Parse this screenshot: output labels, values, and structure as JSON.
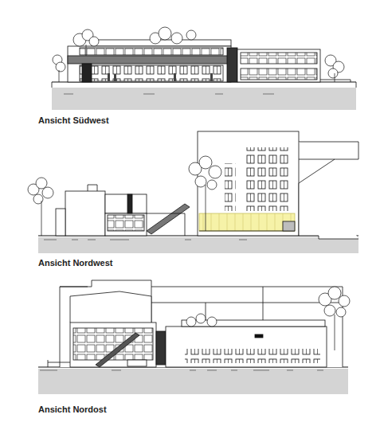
{
  "diagram": {
    "labels": [
      "Ansicht Südwest",
      "Ansicht Nordwest",
      "Ansicht Nordost"
    ]
  }
}
